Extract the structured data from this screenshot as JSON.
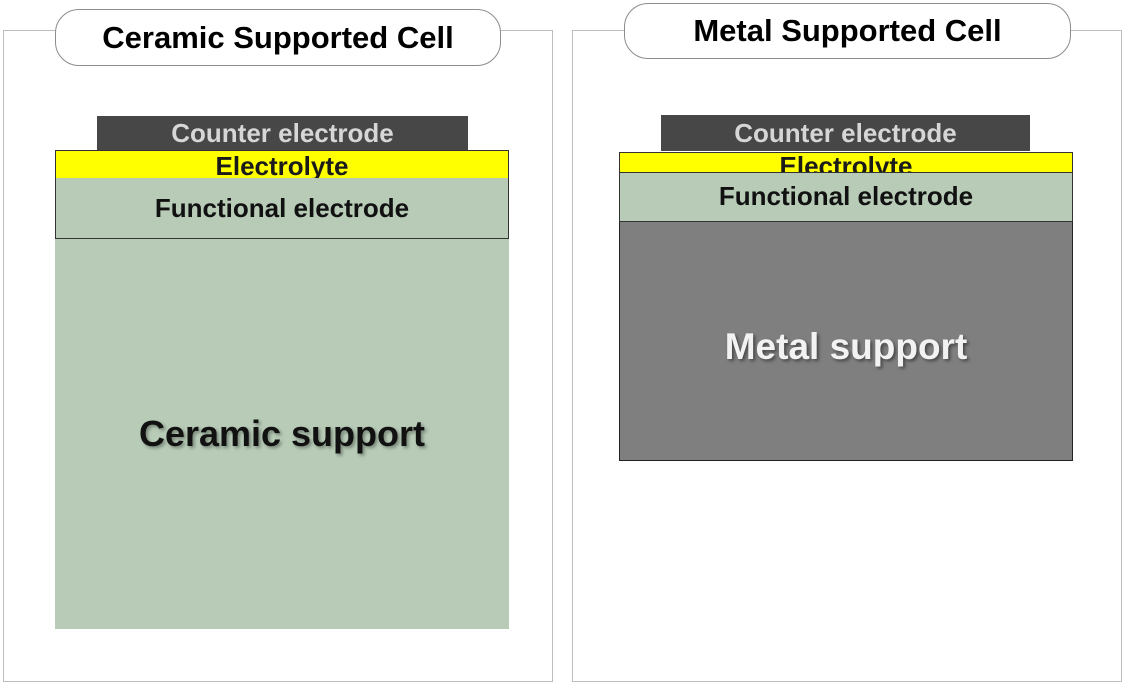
{
  "left_cell": {
    "title": "Ceramic Supported Cell",
    "layers": {
      "counter_electrode": "Counter electrode",
      "electrolyte": "Electrolyte",
      "functional_electrode": "Functional electrode",
      "support": "Ceramic support"
    }
  },
  "right_cell": {
    "title": "Metal Supported Cell",
    "layers": {
      "counter_electrode": "Counter electrode",
      "electrolyte": "Electrolyte",
      "functional_electrode": "Functional electrode",
      "support": "Metal support"
    }
  },
  "colors": {
    "counter_electrode": "#474747",
    "electrolyte": "#ffff00",
    "functional_electrode": "#b7cbb7",
    "ceramic_support": "#b7cbb7",
    "metal_support": "#7f7f7f"
  }
}
